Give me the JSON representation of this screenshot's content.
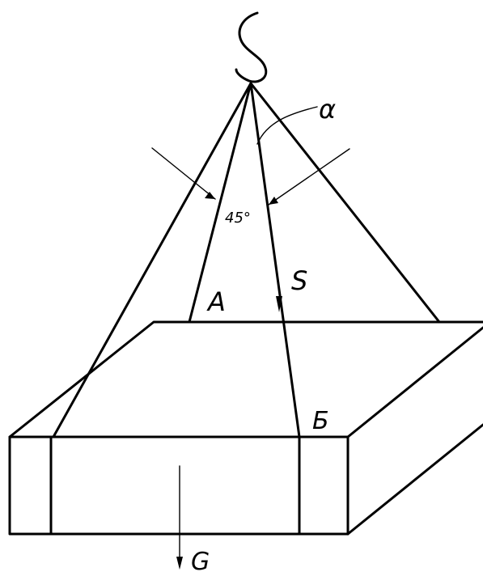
{
  "labels": {
    "alpha": "α",
    "angle": "45°",
    "point_a": "A",
    "rope_force": "S",
    "point_b": "Б",
    "weight": "G"
  }
}
